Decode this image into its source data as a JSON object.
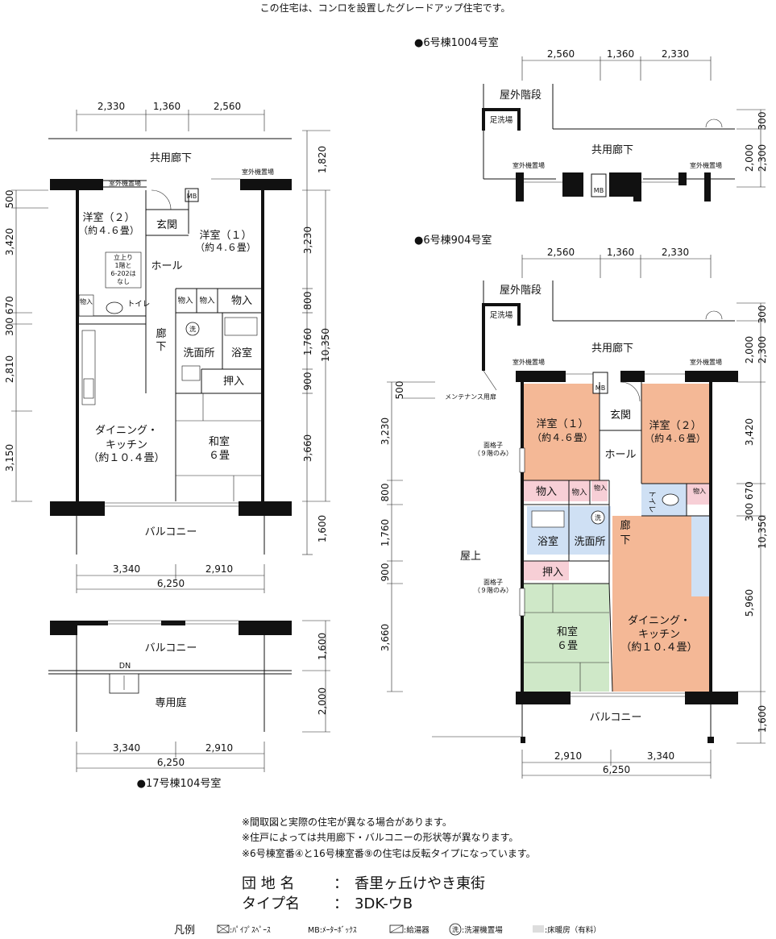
{
  "top_note": "この住宅は、コンロを設置したグレードアップ住宅です。",
  "left_plan": {
    "dims_top": [
      "2,330",
      "1,360",
      "2,560"
    ],
    "dims_right": [
      "1,820",
      "3,230",
      "800",
      "1,760",
      "10,350",
      "900",
      "3,660",
      "1,600"
    ],
    "dims_left": [
      "500",
      "3,420",
      "300 670",
      "2,810",
      "3,150"
    ],
    "dims_bottom": [
      "3,340",
      "2,910",
      "6,250"
    ],
    "corridor": "共用廊下",
    "outdoor_unit_1": "室外機置場",
    "outdoor_unit_2": "室外機置場",
    "mb": "MB",
    "room_w2": "洋室（２）",
    "room_w2_size": "（約４.６畳）",
    "entrance": "玄関",
    "room_w1": "洋室（１）",
    "room_w1_size": "（約４.６畳）",
    "hall": "ホール",
    "step_note": [
      "立上り",
      "1階と",
      "6-202は",
      "なし"
    ],
    "storage": "物入",
    "toilet": "トイレ",
    "storage_a": "物入",
    "storage_b": "物入",
    "storage_c": "物入",
    "corridor_in": "廊下",
    "washroom": "洗面所",
    "bath": "浴室",
    "closet": "押入",
    "dk": "ダイニング・",
    "dk2": "キッチン",
    "dk_size": "（約１０.４畳）",
    "wa": "和室",
    "wa_size": "６畳",
    "balcony": "バルコニー"
  },
  "lower_left": {
    "balcony": "バルコニー",
    "dn": "DN",
    "garden": "専用庭",
    "dims_right": [
      "1,600",
      "2,000"
    ],
    "dims_bottom": [
      "3,340",
      "2,910",
      "6,250"
    ],
    "caption": "●17号棟104号室"
  },
  "top_right": {
    "caption": "●6号棟1004号室",
    "dims_top": [
      "2,560",
      "1,360",
      "2,330"
    ],
    "stairs": "屋外階段",
    "footwash": "足洗場",
    "corridor": "共用廊下",
    "outdoor_unit_1": "室外機置場",
    "outdoor_unit_2": "室外機置場",
    "mb": "MB",
    "dims_right": [
      "300",
      "2,000",
      "2,300"
    ]
  },
  "right_plan": {
    "caption": "●6号棟904号室",
    "dims_top": [
      "2,560",
      "1,360",
      "2,330"
    ],
    "stairs": "屋外階段",
    "footwash": "足洗場",
    "corridor": "共用廊下",
    "outdoor_unit_1": "室外機置場",
    "outdoor_unit_2": "室外機置場",
    "mb": "MB",
    "maint_door": "メンテナンス用扉",
    "dims_right": [
      "300",
      "2,300",
      "2,000",
      "3,420",
      "300 670",
      "10,350",
      "5,960",
      "1,600"
    ],
    "dims_left": [
      "500",
      "3,230",
      "800",
      "1,760",
      "900",
      "3,660"
    ],
    "room_w1": "洋室（１）",
    "room_w1_size": "（約４.６畳）",
    "entrance": "玄関",
    "room_w2": "洋室（２）",
    "room_w2_size": "（約４.６畳）",
    "hall": "ホール",
    "grille_1": "面格子",
    "grille_1b": "（９階のみ）",
    "storage": "物入",
    "storage_a": "物入",
    "storage_b": "物入",
    "storage_c": "物入",
    "toilet": "トイレ",
    "bath": "浴室",
    "washroom": "洗面所",
    "corridor_in": "廊下",
    "roof": "屋上",
    "closet": "押入",
    "grille_2": "面格子",
    "grille_2b": "（９階のみ）",
    "wa": "和室",
    "wa_size": "６畳",
    "dk": "ダイニング・",
    "dk2": "キッチン",
    "dk_size": "（約１０.４畳）",
    "balcony": "バルコニー",
    "dims_bottom": [
      "2,910",
      "3,340",
      "6,250"
    ]
  },
  "notes": [
    "※間取図と実際の住宅が異なる場合があります。",
    "※住戸によっては共用廊下・バルコニーの形状等が異なります。",
    "※6号棟室番④と16号棟室番⑨の住宅は反転タイプになっています。"
  ],
  "estate_label": "団 地 名",
  "estate_sep": "：",
  "estate_name": "香里ヶ丘けやき東街",
  "type_label": "タイプ名",
  "type_sep": "：",
  "type_name": "3DK-ウB",
  "legend": {
    "title": "凡例",
    "pipe": ":ﾊﾟｲﾌﾟｽﾍﾟｰｽ",
    "mb": "MB:ﾒｰﾀｰﾎﾞｯｸｽ",
    "water_heater": ":給湯器",
    "wash_symbol": "洗",
    "washer": ":洗濯機置場",
    "floor_heating": ":床暖房（有料）"
  }
}
